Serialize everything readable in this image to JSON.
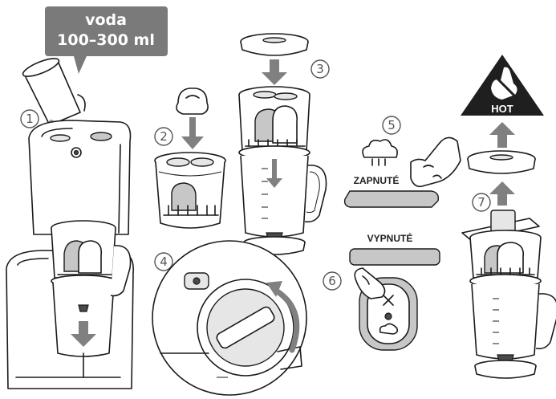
{
  "callout": {
    "line1": "voda",
    "line2": "100–300 ml",
    "color": "#7a7a7a"
  },
  "steps": [
    {
      "number": "1"
    },
    {
      "number": "2"
    },
    {
      "number": "3"
    },
    {
      "number": "4"
    },
    {
      "number": "5"
    },
    {
      "number": "6"
    },
    {
      "number": "7"
    }
  ],
  "labels": {
    "on": "ZAPNUTÉ",
    "off": "VYPNUTÉ"
  },
  "hot_sign": {
    "text": "HOT",
    "icon": "no-touch-hand-icon",
    "color": "#1f1f1f"
  },
  "icons": {
    "steam": "steam-cloud-icon",
    "arrow_color": "#808080"
  }
}
